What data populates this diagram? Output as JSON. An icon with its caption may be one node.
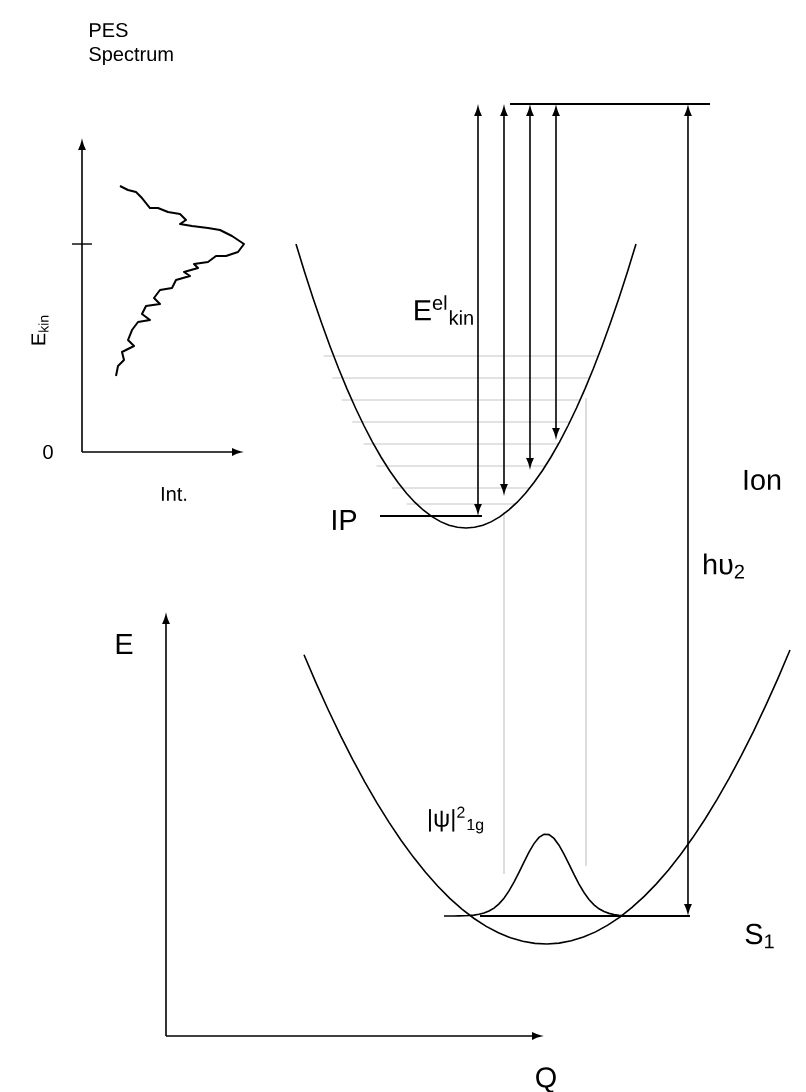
{
  "diagram": {
    "labels": [
      "PES Spectrum",
      "E$_{kin}$",
      "0",
      "Int.",
      "E$^{el}$$_{kin}$",
      "IP",
      "Ion",
      "hυ$_{2}$",
      "E",
      "|ψ|$^{2}$$_{1g}$",
      "S$_{1}$",
      "Q"
    ]
  }
}
